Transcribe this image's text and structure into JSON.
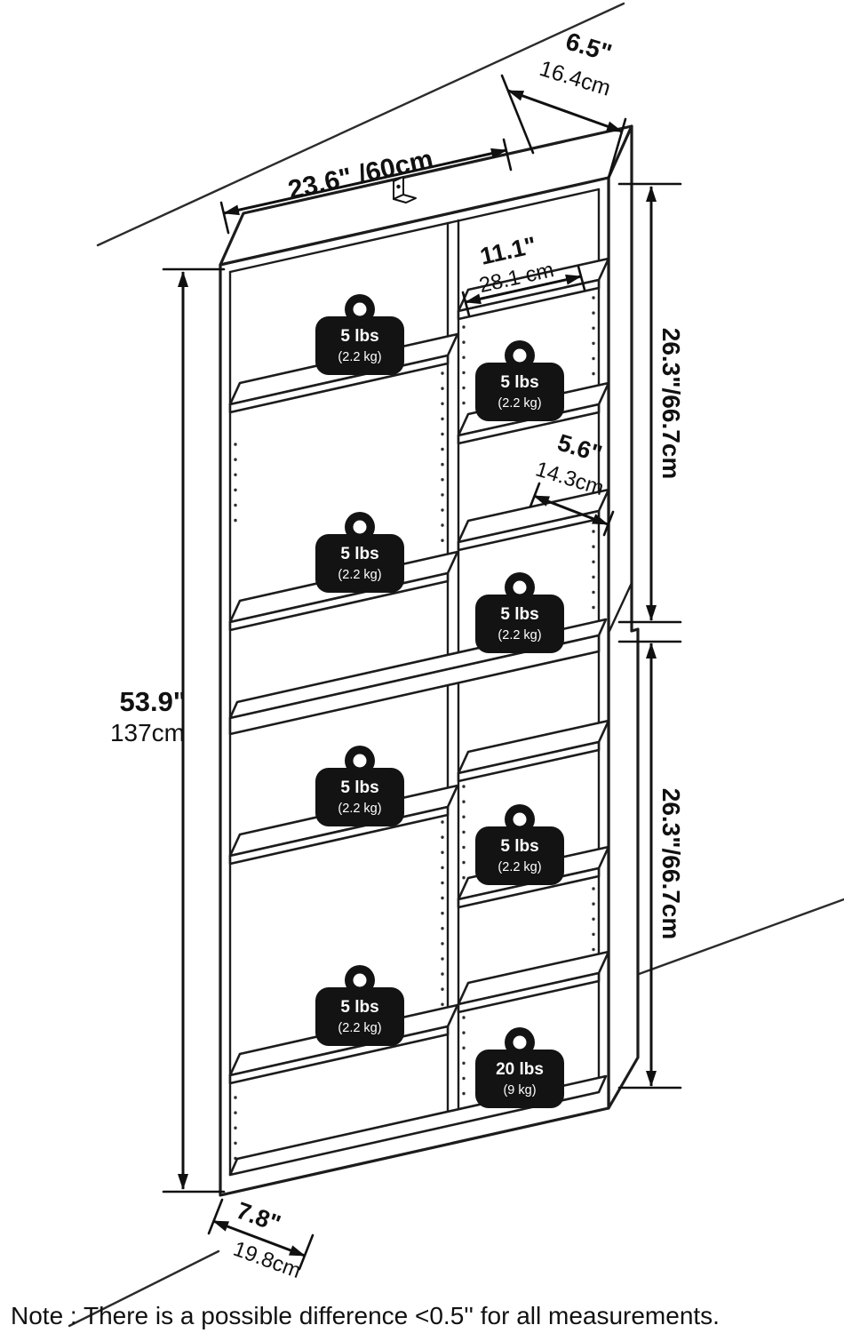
{
  "diagram": {
    "note": "Note : There is a possible difference <0.5'' for all measurements.",
    "dimensions": {
      "width": "23.6\" /60cm",
      "depth_top_in": "6.5\"",
      "depth_top_cm": "16.4cm",
      "inner_width_in": "11.1\"",
      "inner_width_cm": "28.1 cm",
      "inner_depth_in": "5.6\"",
      "inner_depth_cm": "14.3cm",
      "height_in": "53.9\"",
      "height_cm": "137cm",
      "section_upper": "26.3\"/66.7cm",
      "section_lower": "26.3\"/66.7cm",
      "base_depth_in": "7.8\"",
      "base_depth_cm": "19.8cm"
    },
    "weights": [
      {
        "line1": "5 lbs",
        "line2": "(2.2 kg)"
      },
      {
        "line1": "5 lbs",
        "line2": "(2.2 kg)"
      },
      {
        "line1": "5 lbs",
        "line2": "(2.2 kg)"
      },
      {
        "line1": "5 lbs",
        "line2": "(2.2 kg)"
      },
      {
        "line1": "5 lbs",
        "line2": "(2.2 kg)"
      },
      {
        "line1": "5 lbs",
        "line2": "(2.2 kg)"
      },
      {
        "line1": "5 lbs",
        "line2": "(2.2 kg)"
      },
      {
        "line1": "20 lbs",
        "line2": "(9 kg)"
      }
    ],
    "colors": {
      "line": "#1c1c1c",
      "weight_fill": "#131313",
      "text": "#111111",
      "background": "#ffffff"
    }
  }
}
